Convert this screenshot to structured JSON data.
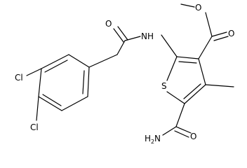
{
  "molecule": {
    "atoms": {
      "ring_o": "O",
      "ester_o": "O",
      "amide_o": "O",
      "nh": "NH",
      "s": "S",
      "cl_top": "Cl",
      "cl_bottom": "Cl",
      "amine": "H",
      "amine_sub": "2",
      "amine_n": "N"
    }
  }
}
